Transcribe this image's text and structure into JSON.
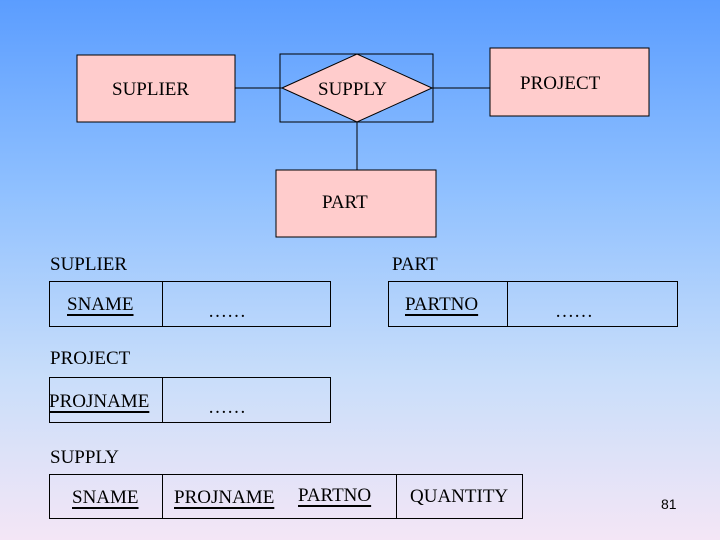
{
  "er_diagram": {
    "entities": [
      "SUPLIER",
      "PROJECT",
      "PART"
    ],
    "relationship": "SUPPLY"
  },
  "tables": {
    "suplier": {
      "title": "SUPLIER",
      "key": "SNAME",
      "rest": "……"
    },
    "part": {
      "title": "PART",
      "key": "PARTNO",
      "rest": "……"
    },
    "project": {
      "title": "PROJECT",
      "key": "PROJNAME",
      "rest": "……"
    },
    "supply": {
      "title": "SUPPLY",
      "col1": "SNAME",
      "col2": "PROJNAME",
      "col3": "PARTNO",
      "col4": "QUANTITY"
    }
  },
  "page_number": "81",
  "colors": {
    "entity_fill": "#ffcccc",
    "stroke": "#000000"
  }
}
